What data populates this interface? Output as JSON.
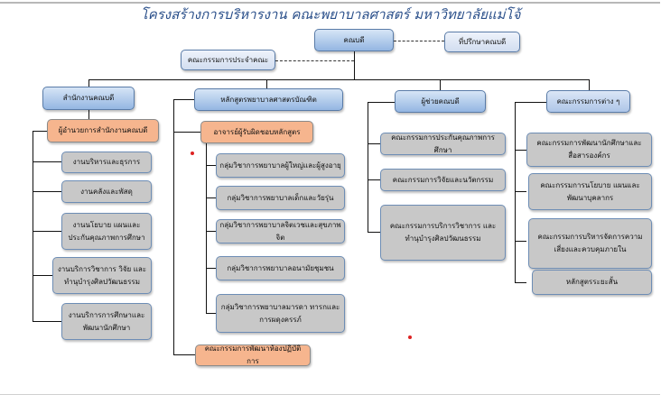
{
  "title": "โครงสร้างการบริหารงาน คณะพยาบาลศาสตร์ มหาวิทยาลัยแม่โจ้",
  "dean": "คณบดี",
  "advisor": "ที่ปรึกษาคณบดี",
  "faculty_committee": "คณะกรรมการประจำคณะ",
  "office": {
    "header": "สำนักงานคณบดี",
    "director": "ผู้อำนวยการสำนักงานคณบดี",
    "units": [
      "งานบริหารและธุรการ",
      "งานคลังและพัสดุ",
      "งานนโยบาย แผนและประกันคุณภาพการศึกษา",
      "งานบริการวิชาการ วิจัย และทำนุบำรุงศิลปวัฒนธรรม",
      "งานบริการการศึกษาและพัฒนานักศึกษา"
    ]
  },
  "program": {
    "header": "หลักสูตรพยาบาลศาสตรบัณฑิต",
    "lead": "อาจารย์ผู้รับผิดชอบหลักสูตร",
    "groups": [
      "กลุ่มวิชาการพยาบาลผู้ใหญ่และผู้สูงอายุ",
      "กลุ่มวิชาการพยาบาลเด็กและวัยรุ่น",
      "กลุ่มวิชาการพยาบาลจิตเวชและสุขภาพจิต",
      "กลุ่มวิชาการพยาบาลอนามัยชุมชน",
      "กลุ่มวิชาการพยาบาลมารดา ทารกและการผดุงครรภ์"
    ],
    "lab": "คณะกรรมการพัฒนาห้องปฏิบัติการ"
  },
  "assistant": {
    "header": "ผู้ช่วยคณบดี",
    "committees": [
      "คณะกรรมการประกันคุณภาพการศึกษา",
      "คณะกรรมการวิจัยและนวัตกรรม",
      "คณะกรรมการบริการวิชาการ และทำนุบำรุงศิลปวัฒนธรรม"
    ]
  },
  "others": {
    "header": "คณะกรรมการต่าง ๆ",
    "committees": [
      "คณะกรรมการพัฒนานักศึกษาและสื่อสารองค์กร",
      "คณะกรรมการนโยบาย แผนและพัฒนาบุคลากร",
      "คณะกรรมการบริหารจัดการความเสี่ยงและควบคุมภายใน",
      "หลักสูตรระยะสั้น"
    ]
  }
}
